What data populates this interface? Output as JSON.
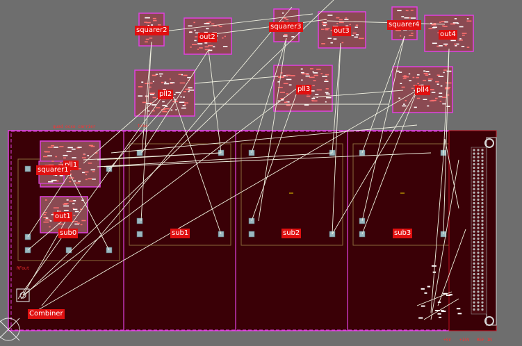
{
  "canvas": {
    "background": "#6e6e6e",
    "board_color": "#3a0006",
    "outline_color": "#e040e0",
    "wire_color": "#f0f0e0",
    "label_bg": "#e01010"
  },
  "modules": {
    "squarer2": "squarer2",
    "out2": "out2",
    "squarer3": "squarer3",
    "out3": "out3",
    "squarer4": "squarer4",
    "out4": "out4",
    "pll2": "pll2",
    "pll3": "pll3",
    "pll4": "pll4",
    "pll1": "pll1",
    "squarer1": "squarer1",
    "out1": "out1"
  },
  "board": {
    "carrier_label": "quad ocxo carrier",
    "tag_label": "tcxo",
    "sub_sections": [
      "sub0",
      "sub1",
      "sub2",
      "sub3"
    ],
    "rfout_label": "RFout",
    "combiner": "Combiner"
  },
  "connector": {
    "bottom_labels": [
      "+5V",
      "+15V",
      "REF_IN"
    ]
  }
}
